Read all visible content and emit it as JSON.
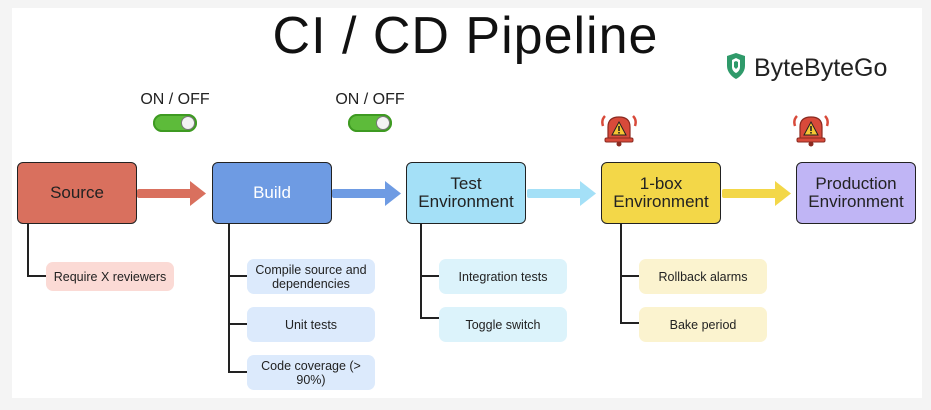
{
  "title": "CI / CD Pipeline",
  "brand": {
    "name": "ByteByteGo",
    "icon": "bytebytego-logo-icon"
  },
  "toggles": [
    {
      "label": "ON / OFF",
      "state": "on"
    },
    {
      "label": "ON / OFF",
      "state": "on"
    }
  ],
  "alarms": [
    {
      "icon": "alarm-bell-icon"
    },
    {
      "icon": "alarm-bell-icon"
    }
  ],
  "stages": [
    {
      "label": "Source",
      "color": "#d9705e",
      "subs": [
        "Require X reviewers"
      ]
    },
    {
      "label": "Build",
      "color": "#6e9be3",
      "subs": [
        "Compile source and dependencies",
        "Unit tests",
        "Code coverage (> 90%)"
      ]
    },
    {
      "label": "Test Environment",
      "color": "#a4e0f7",
      "subs": [
        "Integration tests",
        "Toggle switch"
      ]
    },
    {
      "label": "1-box Environment",
      "color": "#f3d748",
      "subs": [
        "Rollback alarms",
        "Bake period"
      ]
    },
    {
      "label": "Production Environment",
      "color": "#c0b5f5",
      "subs": []
    }
  ],
  "arrow_colors": [
    "#d9705e",
    "#6e9be3",
    "#a4e0f7",
    "#f3d748"
  ],
  "sub_colors": [
    "#fbdad5",
    "#dceafc",
    "#dcf3fb",
    "#fbf3cf"
  ]
}
